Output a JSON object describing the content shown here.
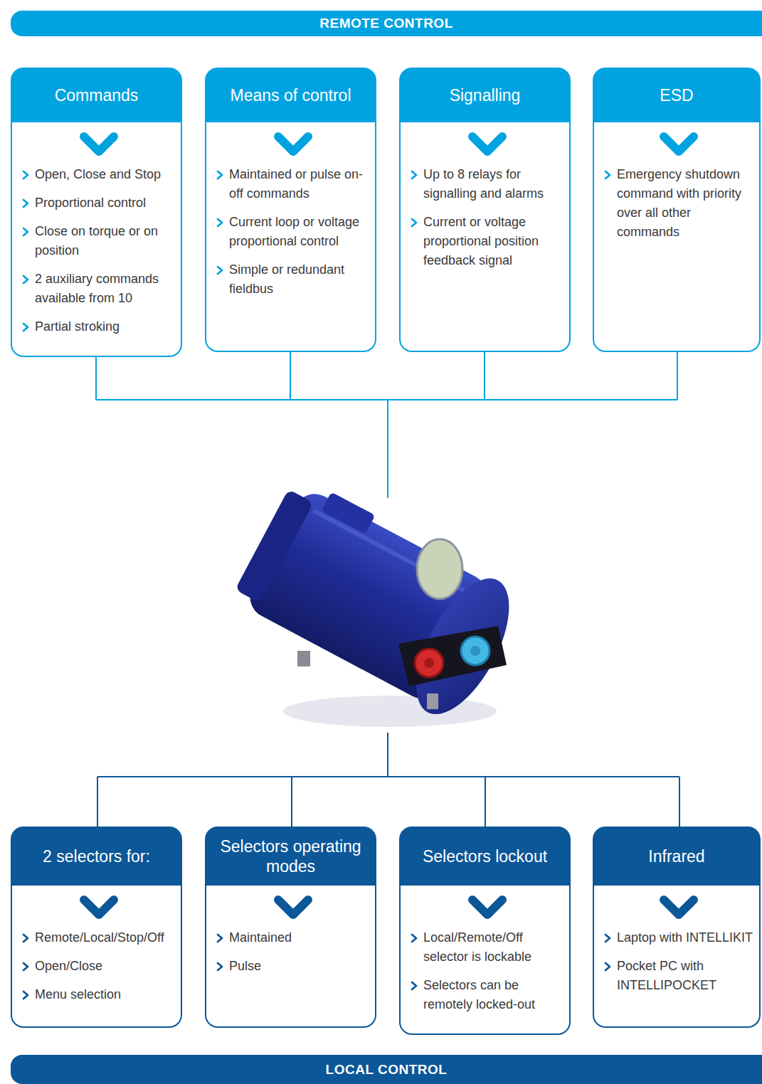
{
  "diagram": {
    "nodes": [
      {
        "text": [
          "REMOTE CONTROL"
        ]
      },
      {
        "text": [
          "Commands",
          "Open, Close and Stop",
          "Proportional control",
          "Close on torque or on position",
          "2 auxiliary commands available from 10",
          "Partial stroking"
        ]
      },
      {
        "text": [
          "Means of control",
          "Maintained or pulse on-off commands",
          "Current loop or voltage proportional control",
          "Simple or redundant fieldbus"
        ]
      },
      {
        "text": [
          "Signalling",
          "Up to 8 relays for signalling and alarms",
          "Current or voltage proportional position feedback signal"
        ]
      },
      {
        "text": [
          "ESD",
          "Emergency shutdown command with priority over all other commands"
        ]
      },
      {
        "text": [
          "2 selectors for:",
          "Remote/Local/Stop/Off",
          "Open/Close",
          "Menu selection"
        ]
      },
      {
        "text": [
          "Selectors operating modes",
          "Maintained",
          "Pulse"
        ]
      },
      {
        "text": [
          "Selectors lockout",
          "Local/Remote/Off selector is lockable",
          "Selectors can be remotely locked-out"
        ]
      },
      {
        "text": [
          "Infrared",
          "Laptop with INTELLIKIT",
          "Pocket PC with INTELLIPOCKET"
        ]
      },
      {
        "text": [
          "LOCAL CONTROL"
        ]
      }
    ]
  }
}
